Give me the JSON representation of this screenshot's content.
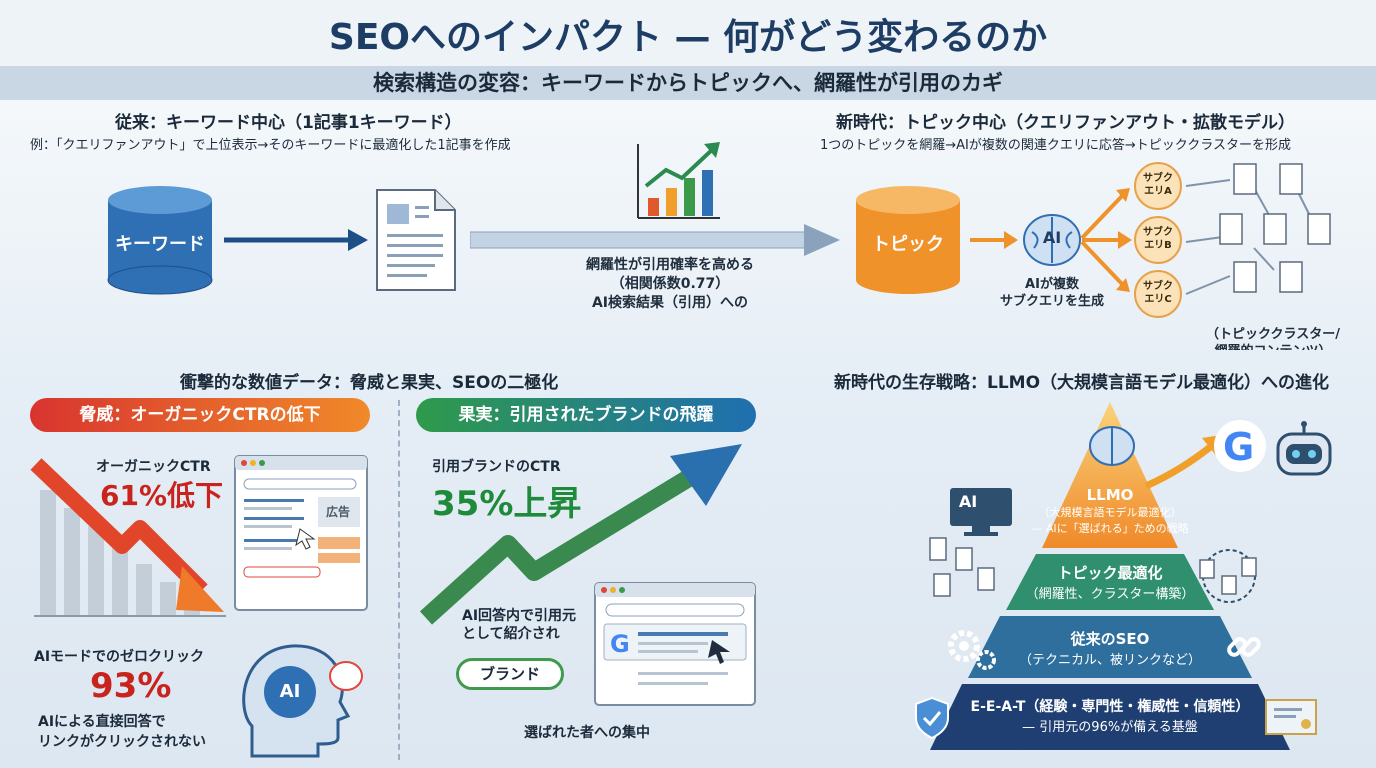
{
  "header": {
    "title": "SEOへのインパクト — 何がどう変わるのか",
    "band": "検索構造の変容：キーワードからトピックへ、網羅性が引用のカギ"
  },
  "old_model": {
    "heading": "従来：キーワード中心（1記事1キーワード）",
    "example": "例：「クエリファンアウト」で上位表示→そのキーワードに最適化した1記事を作成",
    "cylinder_label": "キーワード"
  },
  "middle": {
    "line1": "網羅性が引用確率を高める",
    "line2": "（相関係数0.77）",
    "line3": "AI検索結果（引用）への"
  },
  "new_model": {
    "heading": "新時代：トピック中心（クエリファンアウト・拡散モデル）",
    "description": "1つのトピックを網羅→AIが複数の関連クエリに応答→トピッククラスターを形成",
    "cylinder_label": "トピック",
    "brain_label": "AI",
    "ai_caption_1": "AIが複数",
    "ai_caption_2": "サブクエリを生成",
    "subqueries": [
      {
        "line1": "サブク",
        "line2": "エリA"
      },
      {
        "line1": "サブク",
        "line2": "エリB"
      },
      {
        "line1": "サブク",
        "line2": "エリC"
      }
    ],
    "cluster_caption_1": "（トピッククラスター/",
    "cluster_caption_2": "網羅的コンテンツ）"
  },
  "data_section": {
    "heading": "衝撃的な数値データ：脅威と果実、SEOの二極化",
    "threat_pill": "脅威：オーガニックCTRの低下",
    "fruit_pill": "果実：引用されたブランドの飛躍",
    "organic_ctr_label": "オーガニックCTR",
    "organic_ctr_value": "61%低下",
    "ad_label": "広告",
    "zero_click_label": "AIモードでのゼロクリック",
    "zero_click_value": "93%",
    "zero_click_note_1": "AIによる直接回答で",
    "zero_click_note_2": "リンクがクリックされない",
    "ai_head_label": "AI",
    "brand_ctr_label": "引用ブランドのCTR",
    "brand_ctr_value": "35%上昇",
    "cite_note_1": "AI回答内で引用元",
    "cite_note_2": "として紹介され",
    "brand_label": "ブランド",
    "focus_note": "選ばれた者への集中"
  },
  "strategy": {
    "heading": "新時代の生存戦略：LLMO（大規模言語モデル最適化）への進化",
    "ai_screen_label": "AI",
    "layers": [
      {
        "title": "LLMO",
        "sub1": "（大規模言語モデル最適化）",
        "sub2": "— AIに「選ばれる」ための戦略"
      },
      {
        "title": "トピック最適化",
        "sub1": "（網羅性、クラスター構築）"
      },
      {
        "title": "従来のSEO",
        "sub1": "（テクニカル、被リンクなど）"
      },
      {
        "title": "E-E-A-T（経験・専門性・権威性・信頼性）",
        "sub1": "— 引用元の96%が備える基盤"
      }
    ]
  },
  "colors": {
    "navy": "#1d3d64",
    "threat_red": "#d8342f",
    "growth_green": "#2f9a4a",
    "topic_orange": "#f0922a",
    "keyword_blue": "#2f6fb3"
  }
}
